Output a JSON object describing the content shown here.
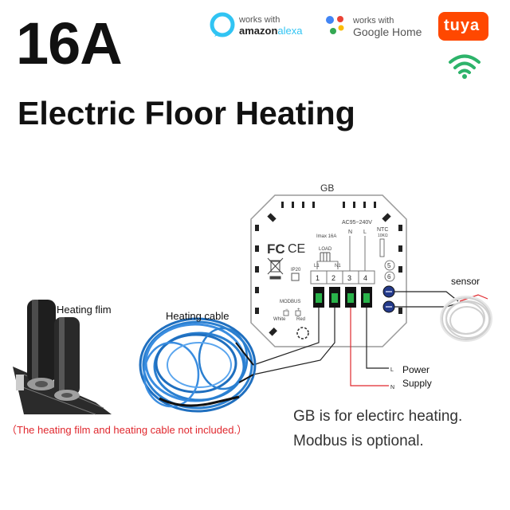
{
  "header": {
    "amperage": "16A",
    "product": "Electric Floor Heating"
  },
  "badges": {
    "alexa": {
      "line1": "works with",
      "line2a": "amazon",
      "line2b": "alexa",
      "icon": "alexa-ring-icon",
      "color": "#31c4f3"
    },
    "google": {
      "line1": "works with",
      "line2a": "Google",
      "line2b": " Home",
      "icon": "google-home-dots-icon"
    },
    "tuya": {
      "label": "tuya",
      "color": "#ff4800",
      "icon": "tuya-logo-icon"
    },
    "wifi": {
      "icon": "wifi-icon",
      "color": "#2db36a"
    }
  },
  "device": {
    "model": "GB",
    "imax": "Imax 16A",
    "load": "LOAD",
    "voltage": "AC95~240V",
    "n": "N",
    "l": "L",
    "l1": "L1",
    "n1": "N1",
    "ntc": "NTC",
    "ntc_sub": "10KΩ",
    "ip": "IP20",
    "fc": "FC",
    "ce": "CE",
    "terminals": [
      "1",
      "2",
      "3",
      "4",
      "5",
      "6"
    ],
    "modbus": "MODBUS",
    "modbus_white": "White",
    "modbus_red": "Red",
    "minus": "−",
    "plus": "+"
  },
  "labels": {
    "sensor": "sensor",
    "heating_film": "Heating flim",
    "heating_cable": "Heating cable",
    "power": "Power",
    "supply": "Supply",
    "l_wire": "L",
    "n_wire": "N"
  },
  "note": "（The heating film and heating cable not included.）",
  "info": {
    "line1": "GB is for electirc heating.",
    "line2": "Modbus is optional."
  },
  "colors": {
    "note": "#e0282e",
    "wire_red": "#e0282e",
    "cable_blue": "#2a7fd0"
  }
}
